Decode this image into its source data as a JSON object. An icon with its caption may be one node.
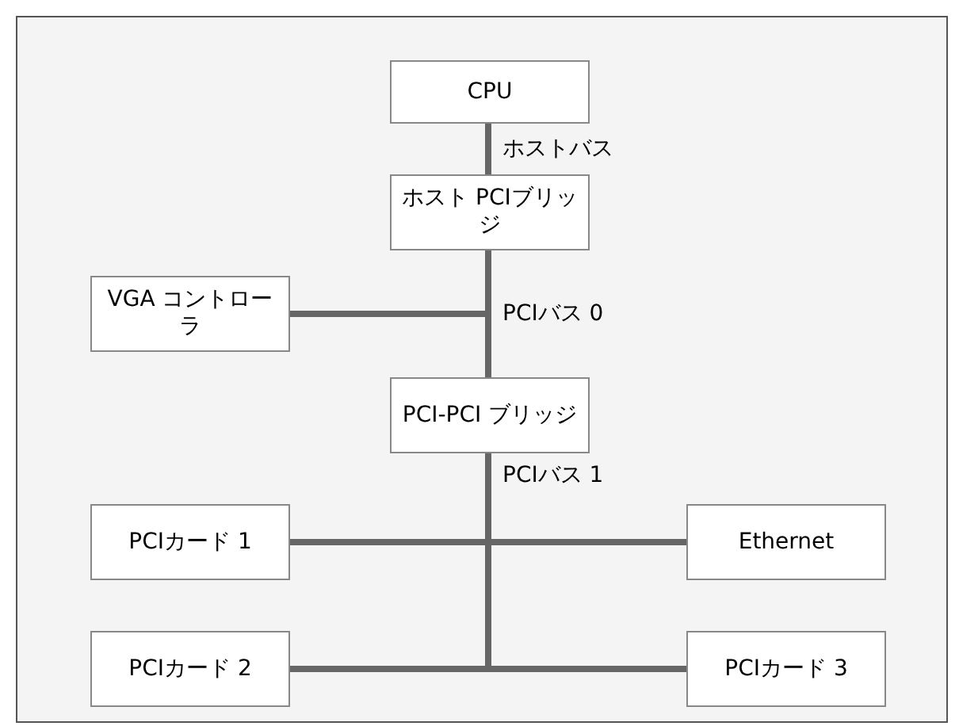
{
  "diagram": {
    "nodes": [
      {
        "text": [
          "CPU"
        ]
      },
      {
        "text": [
          "ホスト PCIブリッジ"
        ]
      },
      {
        "text": [
          "VGA コントローラ"
        ]
      },
      {
        "text": [
          "PCI-PCI ブリッジ"
        ]
      },
      {
        "text": [
          "PCIカード 1"
        ]
      },
      {
        "text": [
          "Ethernet"
        ]
      },
      {
        "text": [
          "PCIカード 2"
        ]
      },
      {
        "text": [
          "PCIカード 3"
        ]
      }
    ],
    "edges": [
      {
        "from": 0,
        "to": 1,
        "arrow": "none",
        "label": "ホストバス"
      },
      {
        "from": 1,
        "to": 2,
        "arrow": "none"
      },
      {
        "from": 1,
        "to": 3,
        "arrow": "none",
        "label": "PCIバス 0"
      },
      {
        "from": 3,
        "to": 4,
        "arrow": "none",
        "label": "PCIバス 1"
      },
      {
        "from": 3,
        "to": 5,
        "arrow": "none"
      },
      {
        "from": 3,
        "to": 6,
        "arrow": "none"
      },
      {
        "from": 3,
        "to": 7,
        "arrow": "none"
      }
    ]
  }
}
